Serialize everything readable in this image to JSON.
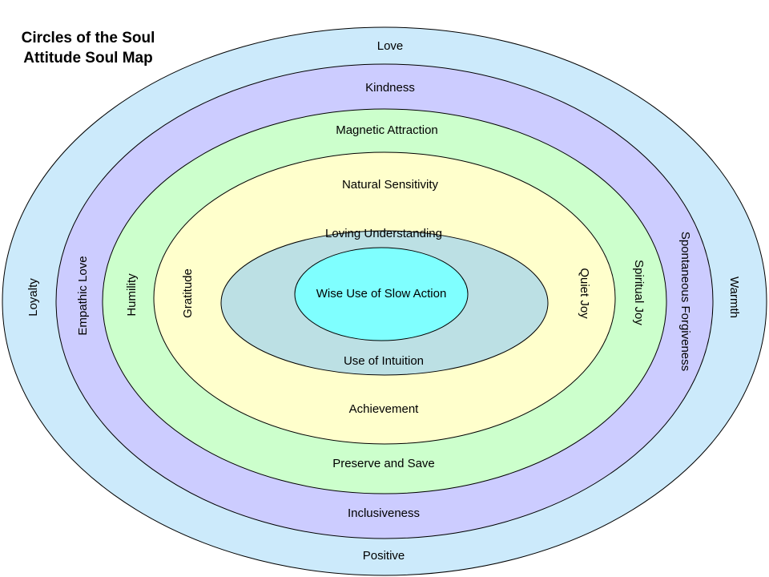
{
  "title": {
    "line1": "Circles of the Soul",
    "line2": "Attitude Soul Map"
  },
  "rings": [
    {
      "color": "#CCEAFB",
      "top": "Love",
      "bottom": "Positive",
      "left": "Loyalty",
      "right": "Warmth"
    },
    {
      "color": "#CCCCFF",
      "top": "Kindness",
      "bottom": "Inclusiveness",
      "left": "Empathic Love",
      "right": "Spontaneous Forgiveness"
    },
    {
      "color": "#CCFFCC",
      "top": "Magnetic Attraction",
      "bottom": "Preserve and Save",
      "left": "Humility",
      "right": "Spiritual Joy"
    },
    {
      "color": "#FFFFCC",
      "top": "Natural Sensitivity",
      "bottom": "Achievement",
      "left": "Gratitude",
      "right": "Quiet Joy"
    },
    {
      "color": "#BCE0E4",
      "top": "Loving Understanding",
      "bottom": "Use of Intuition"
    }
  ],
  "core": {
    "color": "#7FFFFF",
    "label": "Wise Use of Slow Action"
  }
}
